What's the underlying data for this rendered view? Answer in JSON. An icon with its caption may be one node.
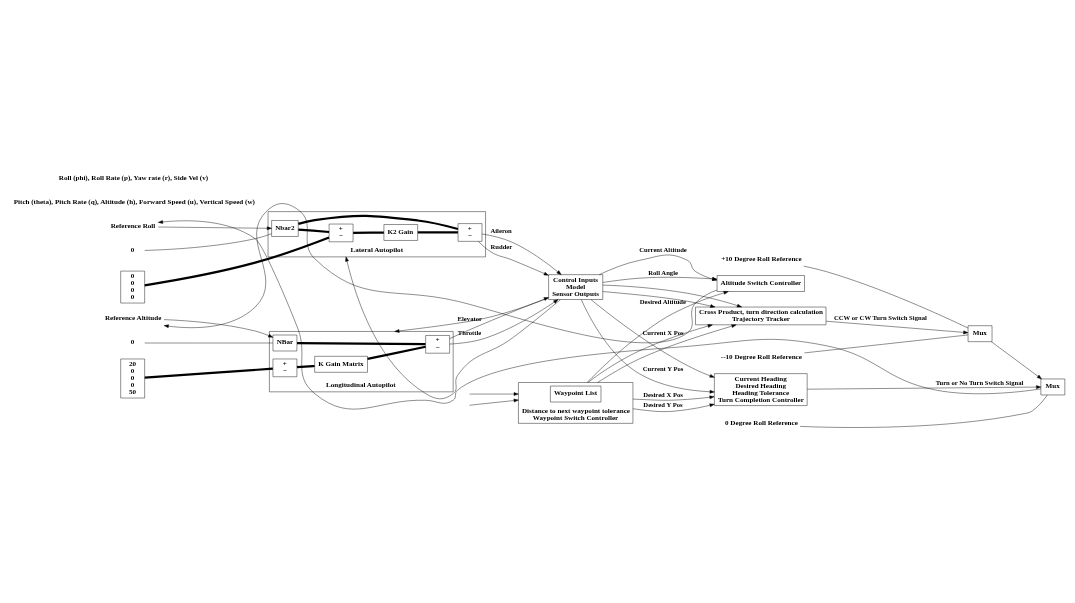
{
  "diagram": {
    "nodes": [
      {
        "text": [
          "Longitudinal Autopilot"
        ]
      },
      {
        "text": [
          "NBar"
        ],
        "in": 0
      },
      {
        "text": [
          "+",
          "−"
        ],
        "in": 0
      },
      {
        "text": [
          "+",
          "−"
        ],
        "in": 0
      },
      {
        "text": [
          "K Gain Matrix"
        ],
        "in": 0
      },
      {
        "text": [
          "20",
          "0",
          "0",
          "0",
          "50"
        ]
      },
      {
        "text": [
          "Lateral Autopilot"
        ]
      },
      {
        "text": [
          "+",
          "−"
        ],
        "in": 6
      },
      {
        "text": [
          "K2 Gain"
        ],
        "in": 6
      },
      {
        "text": [
          "+",
          "−"
        ],
        "in": 6
      },
      {
        "text": [
          "Nbar2"
        ],
        "in": 6
      },
      {
        "text": [
          "0",
          "0",
          "0",
          "0"
        ]
      },
      {
        "text": [
          "Control Inputs",
          "Model",
          "Sensor Outputs"
        ]
      },
      {
        "text": [
          "Altitude Switch Controller"
        ]
      },
      {
        "text": [
          "Cross Product, turn direction calculation",
          "Trajectory Tracker"
        ]
      },
      {
        "text": [
          "Current Heading",
          "Desired Heading",
          "Heading Tolerance",
          "Turn Completion Controller"
        ]
      },
      {
        "text": [
          "Distance to next waypoint tolerance",
          "Waypoint Switch Controller"
        ]
      },
      {
        "text": [
          "Waypoint List"
        ],
        "in": 16
      },
      {
        "text": [
          "Mux"
        ]
      },
      {
        "text": [
          "Mux"
        ]
      },
      {
        "text": [
          "0"
        ]
      },
      {
        "text": [
          "Reference Altitude"
        ]
      },
      {
        "text": [
          "0"
        ]
      },
      {
        "text": [
          "Reference Roll"
        ]
      },
      {
        "text": [
          "0 Degree Roll Reference"
        ]
      },
      {
        "text": [
          "--10 Degree Roll Reference"
        ]
      },
      {
        "text": [
          "+10 Degree Roll Reference"
        ]
      }
    ],
    "edges": [
      {
        "from": 20,
        "to": 1,
        "arrow": "none"
      },
      {
        "from": 21,
        "to": 1,
        "arrow": "to"
      },
      {
        "from": 5,
        "to": 2,
        "arrow": "none",
        "style": "thick"
      },
      {
        "from": 2,
        "to": 4,
        "arrow": "none",
        "style": "thick"
      },
      {
        "from": 4,
        "to": 3,
        "arrow": "none",
        "style": "thick"
      },
      {
        "from": 1,
        "to": 3,
        "arrow": "none",
        "style": "thick"
      },
      {
        "from": 3,
        "to": 12,
        "arrow": "to",
        "label": "Elevator"
      },
      {
        "from": 3,
        "to": 12,
        "arrow": "to",
        "label": "Throttle"
      },
      {
        "from": 12,
        "to": 0,
        "arrow": "to"
      },
      {
        "from": 11,
        "to": 7,
        "arrow": "none",
        "style": "thick"
      },
      {
        "from": 7,
        "to": 8,
        "arrow": "none",
        "style": "thick"
      },
      {
        "from": 8,
        "to": 9,
        "arrow": "none",
        "style": "thick"
      },
      {
        "from": 10,
        "to": 7,
        "arrow": "none",
        "style": "thick"
      },
      {
        "from": 10,
        "to": 9,
        "arrow": "none",
        "style": "thick"
      },
      {
        "from": 9,
        "to": 12,
        "arrow": "to",
        "label": "Aileron"
      },
      {
        "from": 9,
        "to": 12,
        "arrow": "to",
        "label": "Rudder"
      },
      {
        "from": 12,
        "to": 6,
        "arrow": "to"
      },
      {
        "from": 22,
        "to": 10,
        "arrow": "none"
      },
      {
        "from": 23,
        "to": 10,
        "arrow": "to"
      },
      {
        "from": 12,
        "to": 13,
        "arrow": "to",
        "label": "Current Altitude"
      },
      {
        "from": 16,
        "to": 13,
        "arrow": "to",
        "label": "Desired Altitude"
      },
      {
        "from": 12,
        "to": 13,
        "arrow": "to",
        "label": "Roll Angle"
      },
      {
        "from": 13,
        "to": 21,
        "arrow": "to"
      },
      {
        "from": 12,
        "to": 15,
        "arrow": "to",
        "label": "Current X Pos"
      },
      {
        "from": 12,
        "to": 15,
        "arrow": "to",
        "label": "Current Y Pos"
      },
      {
        "from": 16,
        "to": 15,
        "arrow": "to",
        "label": "Desired X Pos"
      },
      {
        "from": 16,
        "to": 15,
        "arrow": "to",
        "label": "Desired Y Pos"
      },
      {
        "from": 12,
        "to": 14,
        "arrow": "to"
      },
      {
        "from": 12,
        "to": 14,
        "arrow": "to"
      },
      {
        "from": 16,
        "to": 14,
        "arrow": "to"
      },
      {
        "from": 16,
        "to": 14,
        "arrow": "to"
      },
      {
        "from": 25,
        "to": 18,
        "arrow": "none"
      },
      {
        "from": 26,
        "to": 18,
        "arrow": "none"
      },
      {
        "from": 14,
        "to": 18,
        "arrow": "to",
        "label": "CCW or CW Turn Switch Signal"
      },
      {
        "from": 24,
        "to": 19,
        "arrow": "none"
      },
      {
        "from": 18,
        "to": 19,
        "arrow": "to"
      },
      {
        "from": 15,
        "to": 19,
        "arrow": "to",
        "label": "Turn or No Turn Switch Signal"
      },
      {
        "from": 19,
        "to": 23,
        "arrow": "to"
      },
      {
        "from": null,
        "to": 16,
        "arrow": "to"
      },
      {
        "from": null,
        "to": 16,
        "arrow": "to"
      }
    ],
    "labels": [
      "Pitch (theta), Pitch Rate (q), Altitude (h), Forward Speed (u), Vertical Speed (w)",
      "Roll (phi), Roll Rate (p), Yaw rate (r), Side Vel (v)"
    ]
  }
}
